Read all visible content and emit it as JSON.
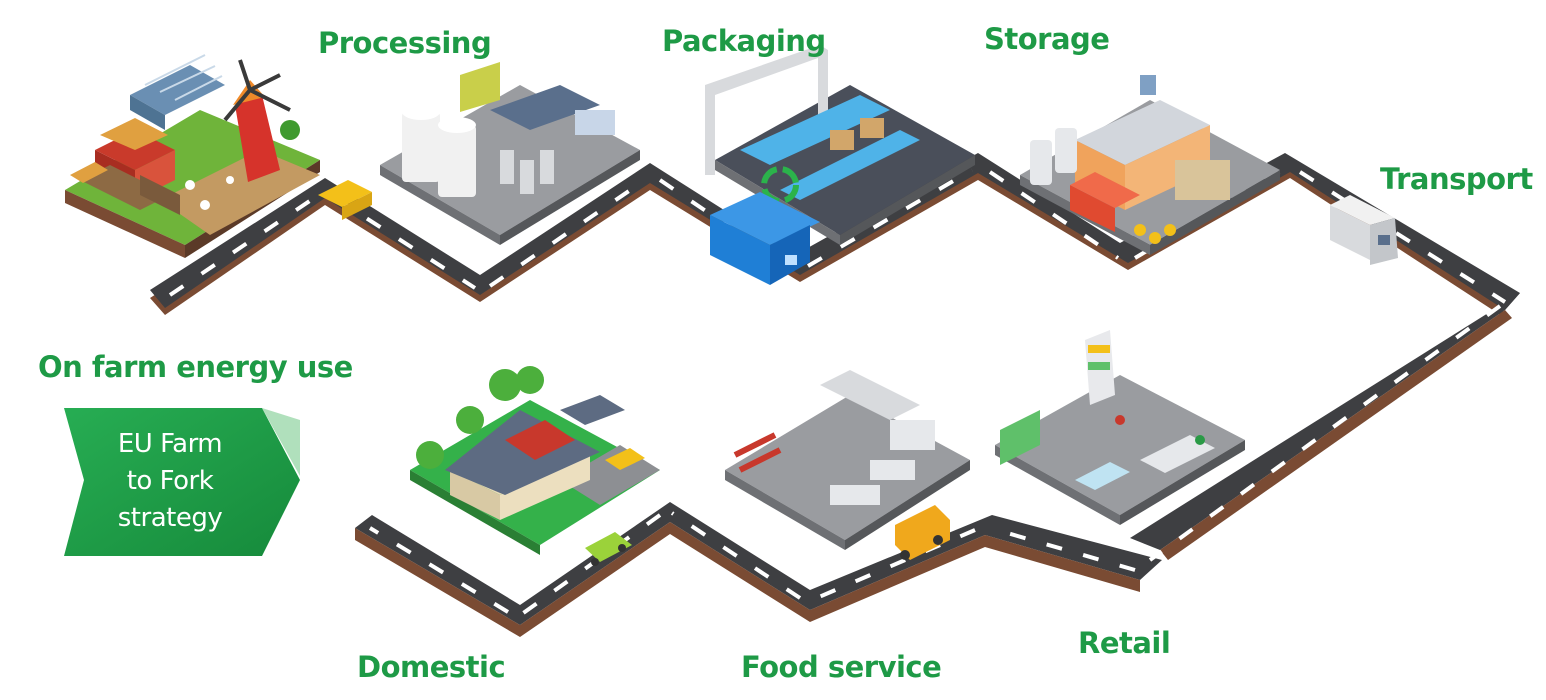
{
  "stages": {
    "processing": "Processing",
    "packaging": "Packaging",
    "storage": "Storage",
    "transport": "Transport",
    "on_farm": "On farm energy use",
    "domestic": "Domestic",
    "food_service": "Food service",
    "retail": "Retail"
  },
  "badge": {
    "lines": [
      "EU Farm",
      "to Fork",
      "strategy"
    ]
  },
  "colors": {
    "label_green": "#1e9a46",
    "badge_green": "#22a24c",
    "road": "#3e3f42",
    "road_edge": "#7a4b33",
    "lawn": "#34b14a",
    "floor": "#9a9ca0",
    "truck_blue": "#1f7fd6",
    "van_orange": "#f0a81c",
    "car_green": "#9bd23a"
  },
  "icons": [
    "farm-icon",
    "windmill-icon",
    "greenhouse-icon",
    "silo-icon",
    "factory-icon",
    "recycle-icon",
    "warehouse-icon",
    "container-icon",
    "truck-icon",
    "van-icon",
    "car-icon",
    "house-icon",
    "tree-icon",
    "kitchen-icon",
    "shop-icon"
  ]
}
